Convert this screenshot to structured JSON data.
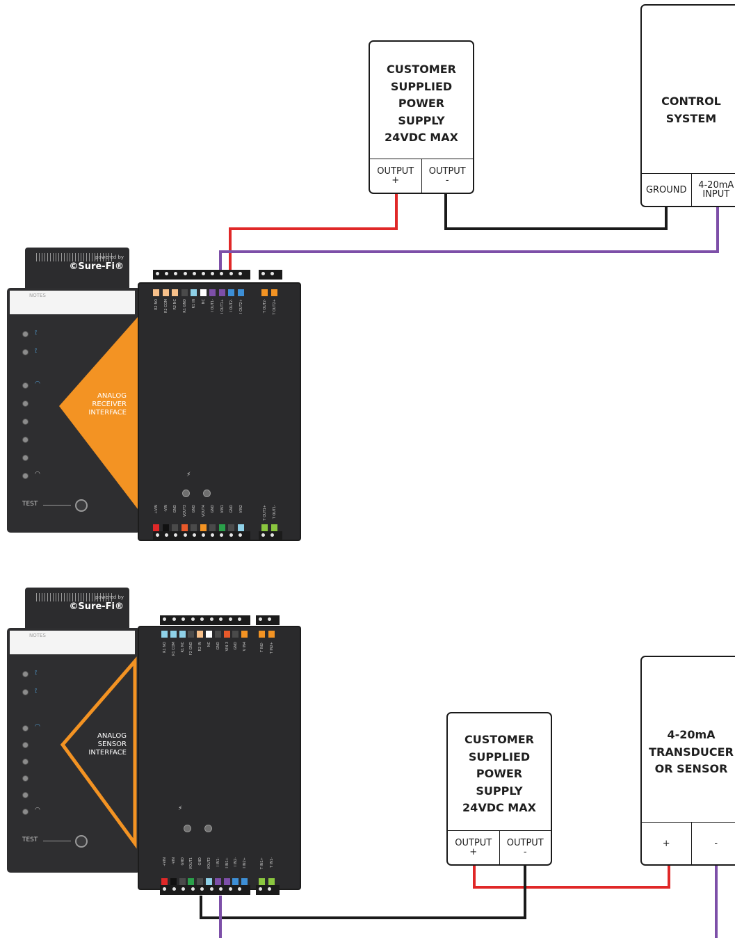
{
  "boxes": {
    "psu_top": {
      "title": "CUSTOMER\nSUPPLIED\nPOWER\nSUPPLY\n24VDC MAX",
      "left": "OUTPUT\n+",
      "right": "OUTPUT\n-"
    },
    "control": {
      "title": "CONTROL\nSYSTEM",
      "left": "GROUND",
      "right": "4-20mA\nINPUT"
    },
    "psu_bottom": {
      "title": "CUSTOMER\nSUPPLIED\nPOWER\nSUPPLY\n24VDC MAX",
      "left": "OUTPUT\n+",
      "right": "OUTPUT\n-"
    },
    "transducer": {
      "title": "4-20mA\nTRANSDUCER\nOR SENSOR",
      "left": "+",
      "right": "-"
    }
  },
  "devices": {
    "receiver": {
      "label": "ANALOG\nRECEIVER\nINTERFACE",
      "notes": "NOTES",
      "powered_by": "powered by",
      "brand": "©Sure-Fi®",
      "test": "TEST",
      "top_terminals": [
        "R2 NO",
        "R2 COM",
        "R2 NC",
        "R1 GND",
        "R1 IN",
        "NC",
        "I OUT1-",
        "I OUT1+",
        "I OUT2-",
        "I OUT2+"
      ],
      "top_terminals_right": [
        "T OUT2-",
        "T OUT2+"
      ],
      "bottom_terminals": [
        "+VIN",
        "-VIN",
        "GND",
        "VOUT3",
        "GND",
        "VOUT4",
        "GND",
        "VIN1",
        "GND",
        "VIN2"
      ],
      "bottom_terminals_right": [
        "T OUT1+",
        "T OUT1-"
      ]
    },
    "sensor": {
      "label": "ANALOG\nSENSOR\nINTERFACE",
      "notes": "NOTES",
      "powered_by": "powered by",
      "brand": "©Sure-Fi®",
      "test": "TEST",
      "top_terminals": [
        "R1 NO",
        "R1 COM",
        "R1 NC",
        "F2 GND",
        "R2 IN",
        "NC",
        "GND",
        "VIN 3",
        "GND",
        "V IN4"
      ],
      "top_terminals_right": [
        "T IN2-",
        "T IN2+"
      ],
      "bottom_terminals": [
        "+VIN",
        "-VIN",
        "GND",
        "VOUT1",
        "GND",
        "VOUT2",
        "I IN1-",
        "I IN1+",
        "I IN2-",
        "I IN2+"
      ],
      "bottom_terminals_right": [
        "T IN1+",
        "T IN1-"
      ]
    }
  },
  "colors": {
    "wire_positive": "#e02828",
    "wire_ground": "#1a1a1a",
    "wire_signal": "#7d4fa8",
    "receiver_accent": "#f39323",
    "sensor_accent": "#f39323",
    "device_body": "#2a2a2c"
  }
}
